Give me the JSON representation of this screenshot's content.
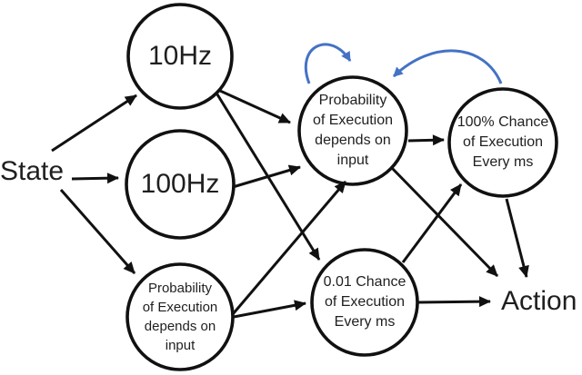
{
  "diagram": {
    "background": "#ffffff",
    "colors": {
      "node_fill": "#ffffff",
      "node_stroke": "#111111",
      "edge": "#111111",
      "recurrent_edge": "#4472c4",
      "text": "#1f1f1f"
    },
    "labels": {
      "state": "State",
      "action": "Action"
    },
    "nodes": {
      "hz10": {
        "label": "10Hz"
      },
      "hz100": {
        "label": "100Hz"
      },
      "prob_lower": {
        "lines": [
          "Probability",
          "of Execution",
          "depends on",
          "input"
        ]
      },
      "prob_upper": {
        "lines": [
          "Probability",
          "of Execution",
          "depends on",
          "input"
        ]
      },
      "chance_001": {
        "lines": [
          "0.01 Chance",
          "of Execution",
          "Every ms"
        ]
      },
      "chance_100": {
        "lines": [
          "100% Chance",
          "of Execution",
          "Every ms"
        ]
      }
    },
    "edges": [
      {
        "from": "state",
        "to": "hz10",
        "style": "black-straight"
      },
      {
        "from": "state",
        "to": "hz100",
        "style": "black-straight"
      },
      {
        "from": "state",
        "to": "prob_lower",
        "style": "black-straight"
      },
      {
        "from": "hz10",
        "to": "prob_upper",
        "style": "black-straight"
      },
      {
        "from": "hz10",
        "to": "chance_001",
        "style": "black-straight"
      },
      {
        "from": "hz100",
        "to": "prob_upper",
        "style": "black-straight"
      },
      {
        "from": "prob_lower",
        "to": "prob_upper",
        "style": "black-straight"
      },
      {
        "from": "prob_lower",
        "to": "chance_001",
        "style": "black-straight"
      },
      {
        "from": "prob_upper",
        "to": "chance_100",
        "style": "black-straight"
      },
      {
        "from": "prob_upper",
        "to": "action",
        "style": "black-straight"
      },
      {
        "from": "chance_001",
        "to": "chance_100",
        "style": "black-straight"
      },
      {
        "from": "chance_001",
        "to": "action",
        "style": "black-straight"
      },
      {
        "from": "chance_100",
        "to": "action",
        "style": "black-straight"
      },
      {
        "from": "prob_upper",
        "to": "prob_upper",
        "style": "recurrent-blue-selfloop"
      },
      {
        "from": "chance_100",
        "to": "prob_upper",
        "style": "recurrent-blue-curved"
      }
    ]
  }
}
